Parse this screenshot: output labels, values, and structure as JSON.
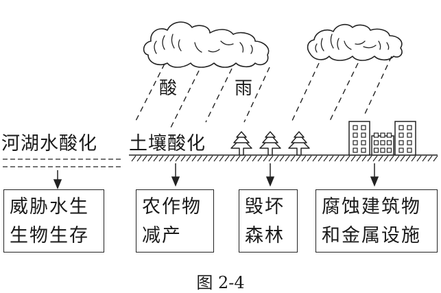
{
  "figure": {
    "rain_label_1": "酸",
    "rain_label_2": "雨",
    "caption": "图 2-4"
  },
  "zones": [
    {
      "id": "water",
      "surface": "water",
      "label": "河湖水酸化",
      "effect_lines": [
        "威胁水生",
        "生物生存"
      ]
    },
    {
      "id": "soil",
      "surface": "ground",
      "label": "土壤酸化",
      "effect_lines": [
        "农作物",
        "减产"
      ]
    },
    {
      "id": "forest",
      "surface": "ground",
      "label": "",
      "icon": "tree-icon",
      "effect_lines": [
        "毁坏",
        "森林"
      ]
    },
    {
      "id": "buildings",
      "surface": "ground",
      "label": "",
      "icon": "building-icon",
      "effect_lines": [
        "腐蚀建筑物",
        "和金属设施"
      ]
    }
  ],
  "colors": {
    "ink": "#222222",
    "background": "#ffffff"
  }
}
